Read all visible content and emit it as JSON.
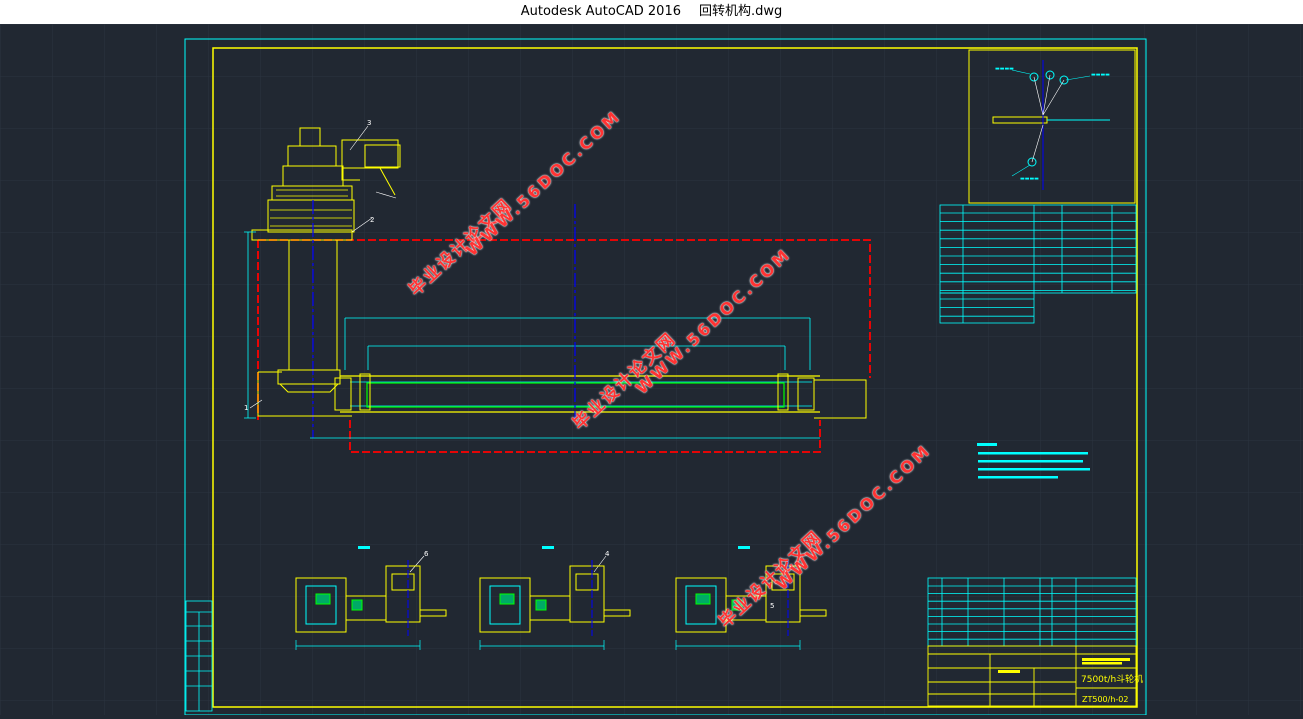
{
  "window": {
    "app_title": "Autodesk AutoCAD 2016",
    "file_name": "回转机构.dwg"
  },
  "drawing": {
    "part_title": "7500t/h斗轮机",
    "drawing_number": "ZT500/h-02",
    "balloons": [
      "1",
      "2",
      "3",
      "4",
      "5",
      "6"
    ],
    "watermarks": [
      {
        "cn": "毕业设计论文网",
        "url": "WWW.56DOC.COM"
      },
      {
        "cn": "毕业设计论文网",
        "url": "WWW.56DOC.COM"
      },
      {
        "cn": "毕业设计论文网",
        "url": "WWW.56DOC.COM"
      }
    ],
    "colors": {
      "background": "#212832",
      "border": "#ffff00",
      "frame": "#00ffff",
      "hidden": "#ff0000",
      "axis": "#0000ff",
      "part": "#00ff00"
    }
  }
}
